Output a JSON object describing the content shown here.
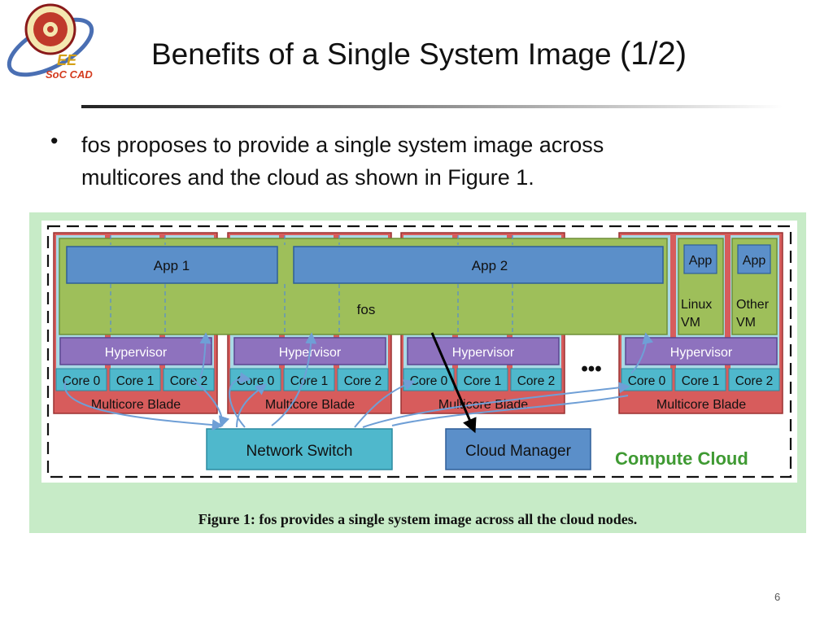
{
  "logo": {
    "main": "EE",
    "sub": "SoC CAD"
  },
  "slide": {
    "title": "Benefits of a Single System Image",
    "title_suffix": "(1/2)",
    "bullet": "fos proposes to provide a single system image across multicores and the cloud as shown in Figure 1.",
    "page_number": "6"
  },
  "figure": {
    "caption": "Figure 1: fos provides a single system image across all the cloud nodes.",
    "app1": "App 1",
    "app2": "App 2",
    "fos": "fos",
    "app_small": "App",
    "linux_vm": [
      "Linux",
      "VM"
    ],
    "other_vm": [
      "Other",
      "VM"
    ],
    "hypervisor": "Hypervisor",
    "cores": [
      "Core 0",
      "Core 1",
      "Core 2"
    ],
    "blade": "Multicore Blade",
    "ellipsis": "•••",
    "network_switch": "Network Switch",
    "cloud_manager": "Cloud Manager",
    "compute_cloud": "Compute Cloud",
    "colors": {
      "blade": "#d75c5c",
      "fos": "#9ebf5a",
      "app": "#5b8fc9",
      "hypervisor": "#8e72be",
      "core": "#4fb8cc",
      "switch": "#4fb8cc",
      "manager": "#5b8fc9",
      "compute_cloud_text": "#3f9a33"
    }
  }
}
